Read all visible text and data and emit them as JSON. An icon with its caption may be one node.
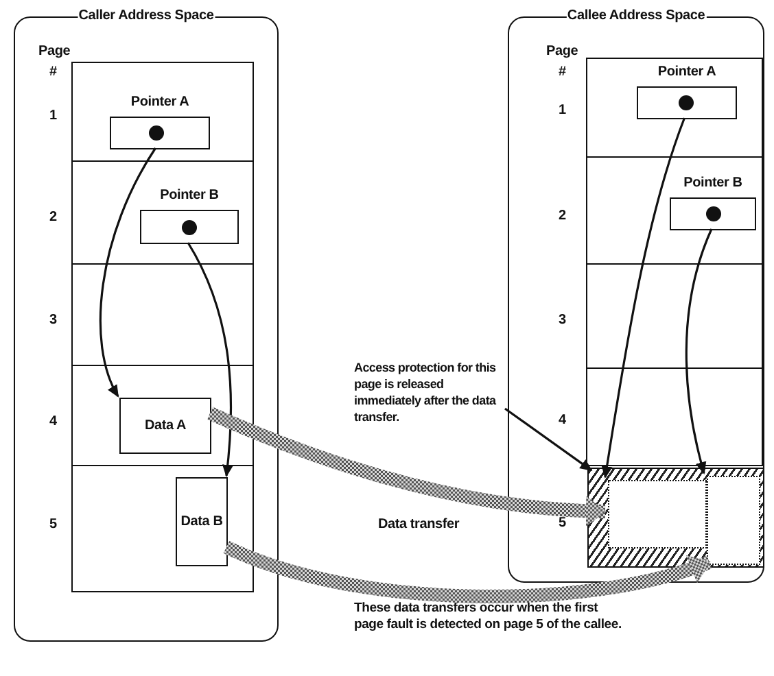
{
  "diagram": {
    "nodes": [
      {
        "text": [
          "Caller Address Space"
        ]
      },
      {
        "text": [
          "Pointer A"
        ],
        "in": 0
      },
      {
        "text": [
          "Pointer B"
        ],
        "in": 0
      },
      {
        "text": [
          "Data A"
        ],
        "in": 0
      },
      {
        "text": [
          "Data B"
        ],
        "in": 0
      },
      {
        "text": [
          "Callee Address Space"
        ]
      },
      {
        "text": [
          "Pointer A"
        ],
        "in": 5
      },
      {
        "text": [
          "Pointer B"
        ],
        "in": 5
      },
      {
        "text": [],
        "shape": "box",
        "in": 5
      },
      {
        "text": [],
        "shape": "box",
        "in": 8
      },
      {
        "text": [],
        "shape": "box",
        "in": 8
      },
      {
        "text": [
          "Access protection for this page is released immediately after the data transfer."
        ]
      }
    ],
    "edges": [
      {
        "from": 1,
        "to": 3,
        "arrow": "to"
      },
      {
        "from": 2,
        "to": 4,
        "arrow": "to"
      },
      {
        "from": 6,
        "to": 9,
        "arrow": "to"
      },
      {
        "from": 7,
        "to": 10,
        "arrow": "to"
      },
      {
        "from": 3,
        "to": 9,
        "arrow": "to",
        "style": "thick",
        "label": "Data transfer"
      },
      {
        "from": 4,
        "to": 10,
        "arrow": "to",
        "style": "thick"
      },
      {
        "from": 11,
        "to": 8,
        "arrow": "to"
      }
    ],
    "labels": [
      "Page",
      "#",
      "1",
      "2",
      "3",
      "4",
      "5",
      "Page",
      "#",
      "1",
      "2",
      "3",
      "4",
      "5",
      "These data transfers occur when the first page fault is detected on  page 5 of the callee."
    ]
  }
}
